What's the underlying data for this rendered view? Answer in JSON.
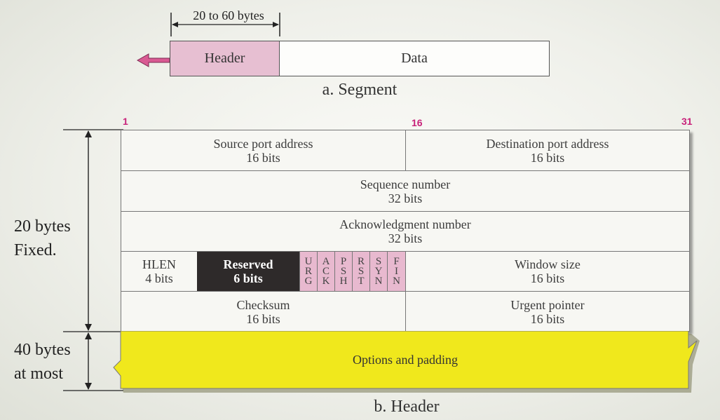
{
  "segment": {
    "dimension_label": "20 to 60 bytes",
    "header_label": "Header",
    "data_label": "Data",
    "caption": "a. Segment"
  },
  "bit_numbers": [
    "1",
    "16",
    "31"
  ],
  "header": {
    "source_port": {
      "name": "Source port address",
      "size": "16 bits"
    },
    "destination_port": {
      "name": "Destination port address",
      "size": "16 bits"
    },
    "sequence_number": {
      "name": "Sequence number",
      "size": "32 bits"
    },
    "ack_number": {
      "name": "Acknowledgment number",
      "size": "32 bits"
    },
    "hlen": {
      "name": "HLEN",
      "size": "4 bits"
    },
    "reserved": {
      "name": "Reserved",
      "size": "6 bits"
    },
    "flags": [
      {
        "letters": [
          "U",
          "R",
          "G"
        ]
      },
      {
        "letters": [
          "A",
          "C",
          "K"
        ]
      },
      {
        "letters": [
          "P",
          "S",
          "H"
        ]
      },
      {
        "letters": [
          "R",
          "S",
          "T"
        ]
      },
      {
        "letters": [
          "S",
          "Y",
          "N"
        ]
      },
      {
        "letters": [
          "F",
          "I",
          "N"
        ]
      }
    ],
    "window_size": {
      "name": "Window size",
      "size": "16 bits"
    },
    "checksum": {
      "name": "Checksum",
      "size": "16 bits"
    },
    "urgent_pointer": {
      "name": "Urgent pointer",
      "size": "16 bits"
    },
    "options": "Options and padding",
    "caption": "b. Header"
  },
  "side_labels": {
    "fixed": [
      "20 bytes",
      "Fixed."
    ],
    "options": [
      "40 bytes",
      "at most"
    ]
  },
  "colors": {
    "header_pink": "#e7bfd2",
    "arrow_pink": "#d95a93",
    "bit_number_magenta": "#c8227a",
    "reserved_dark": "#2e2a2a",
    "options_yellow": "#f0e81c"
  }
}
